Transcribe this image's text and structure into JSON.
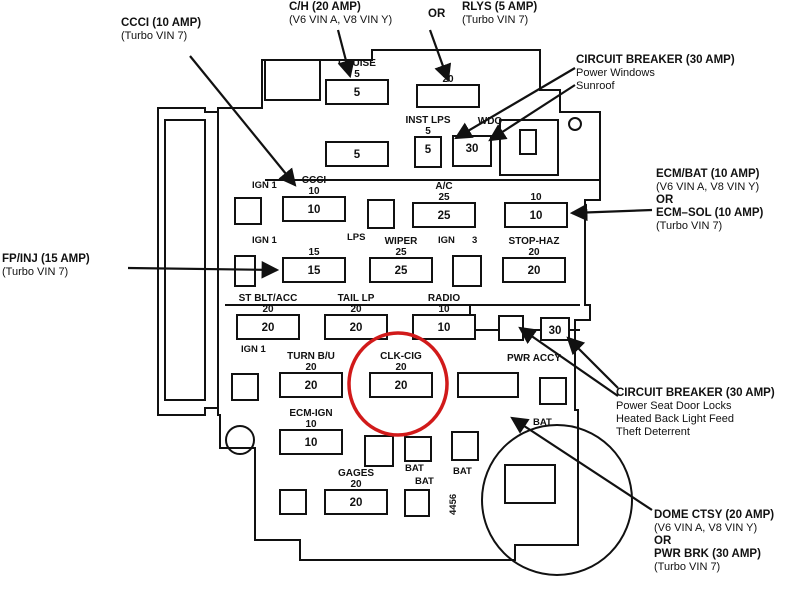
{
  "callouts": {
    "ccci": {
      "title": "CCCI (10 AMP)",
      "sub": "(Turbo VIN 7)"
    },
    "ch": {
      "title": "C/H (20 AMP)",
      "sub": "(V6 VIN A, V8 VIN Y)"
    },
    "or_top": "OR",
    "rlys": {
      "title": "RLYS (5 AMP)",
      "sub": "(Turbo VIN 7)"
    },
    "cb_windows": {
      "title": "CIRCUIT BREAKER (30 AMP)",
      "lines": [
        "Power Windows",
        "Sunroof"
      ]
    },
    "ecm": {
      "title": "ECM/BAT (10 AMP)",
      "sub": "(V6 VIN A, V8 VIN Y)",
      "or": "OR",
      "title2": "ECM–SOL (10 AMP)",
      "sub2": "(Turbo VIN 7)"
    },
    "fpinj": {
      "title": "FP/INJ (15 AMP)",
      "sub": "(Turbo VIN 7)"
    },
    "cb_seat": {
      "title": "CIRCUIT BREAKER (30 AMP)",
      "lines": [
        "Power Seat Door Locks",
        "Heated Back Light Feed",
        "Theft  Deterrent"
      ]
    },
    "dome": {
      "title": "DOME CTSY (20 AMP)",
      "sub": "(V6 VIN A, V8 VIN Y)",
      "or": "OR",
      "title2": "PWR BRK (30 AMP)",
      "sub2": "(Turbo VIN 7)"
    }
  },
  "fuses": [
    {
      "label": "CRUISE",
      "rating": "5",
      "value": "5"
    },
    {
      "label": "",
      "rating": "",
      "value": "5"
    },
    {
      "label": "",
      "rating": "20",
      "value": ""
    },
    {
      "label": "INST LPS",
      "rating": "5",
      "value": "5"
    },
    {
      "label": "WDO",
      "rating": "",
      "value": "30"
    },
    {
      "label": "CCCI",
      "rating": "10",
      "value": "10"
    },
    {
      "label": "A/C",
      "rating": "25",
      "value": "25"
    },
    {
      "label": "",
      "rating": "10",
      "value": "10"
    },
    {
      "label": "",
      "rating": "15",
      "value": "15"
    },
    {
      "label": "WIPER",
      "rating": "25",
      "value": "25"
    },
    {
      "label": "STOP-HAZ",
      "rating": "20",
      "value": "20"
    },
    {
      "label": "ST BLT/ACC",
      "rating": "20",
      "value": "20"
    },
    {
      "label": "TAIL LP",
      "rating": "20",
      "value": "20"
    },
    {
      "label": "RADIO",
      "rating": "10",
      "value": "10"
    },
    {
      "label": "",
      "rating": "",
      "value": "30"
    },
    {
      "label": "TURN B/U",
      "rating": "20",
      "value": "20"
    },
    {
      "label": "CLK-CIG",
      "rating": "20",
      "value": "20"
    },
    {
      "label": "PWR ACCY",
      "rating": "",
      "value": ""
    },
    {
      "label": "ECM-IGN",
      "rating": "10",
      "value": "10"
    },
    {
      "label": "GAGES",
      "rating": "20",
      "value": "20"
    }
  ],
  "small_labels": {
    "ign1_a": "IGN 1",
    "ign1_b": "IGN 1",
    "ign1_c": "IGN 1",
    "lps": "LPS",
    "ign3": "IGN",
    "ign3_num": "3",
    "bat_1": "BAT",
    "bat_2": "BAT",
    "bat_3": "BAT",
    "bat_4": "BAT",
    "part_no": "4456"
  },
  "highlight_color": "#d11a1a",
  "ink_color": "#111111"
}
